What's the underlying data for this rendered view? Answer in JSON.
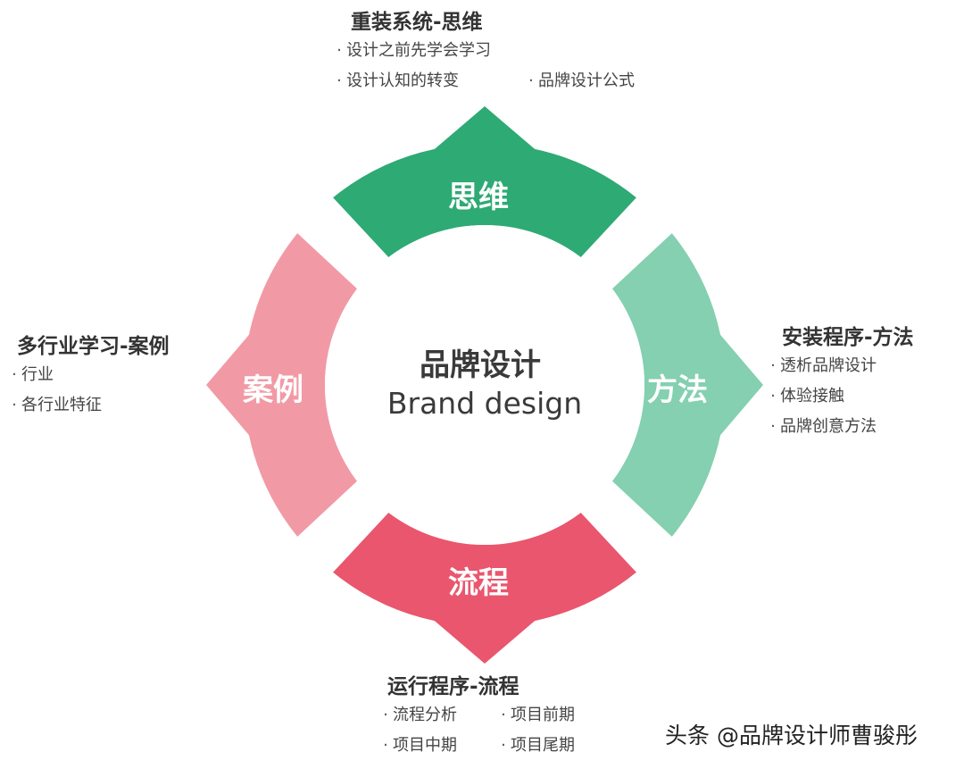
{
  "center": {
    "title_cn": "品牌设计",
    "title_en": "Brand design"
  },
  "segments": {
    "top": {
      "label": "思维",
      "color": "#2eaa74"
    },
    "right": {
      "label": "方法",
      "color": "#84d0b1"
    },
    "bottom": {
      "label": "流程",
      "color": "#e9566d"
    },
    "left": {
      "label": "案例",
      "color": "#f19aa5"
    }
  },
  "blocks": {
    "top": {
      "title": "重装系统-思维",
      "col1": [
        "设计之前先学会学习",
        "设计认知的转变"
      ],
      "col2": [
        "品牌设计公式"
      ]
    },
    "right": {
      "title": "安装程序-方法",
      "items": [
        "透析品牌设计",
        "体验接触",
        "品牌创意方法"
      ]
    },
    "bottom": {
      "title": "运行程序-流程",
      "col1": [
        "流程分析",
        "项目中期"
      ],
      "col2": [
        "项目前期",
        "项目尾期"
      ]
    },
    "left": {
      "title": "多行业学习-案例",
      "items": [
        "行业",
        "各行业特征"
      ]
    }
  },
  "watermark": "头条 @品牌设计师曹骏彤"
}
